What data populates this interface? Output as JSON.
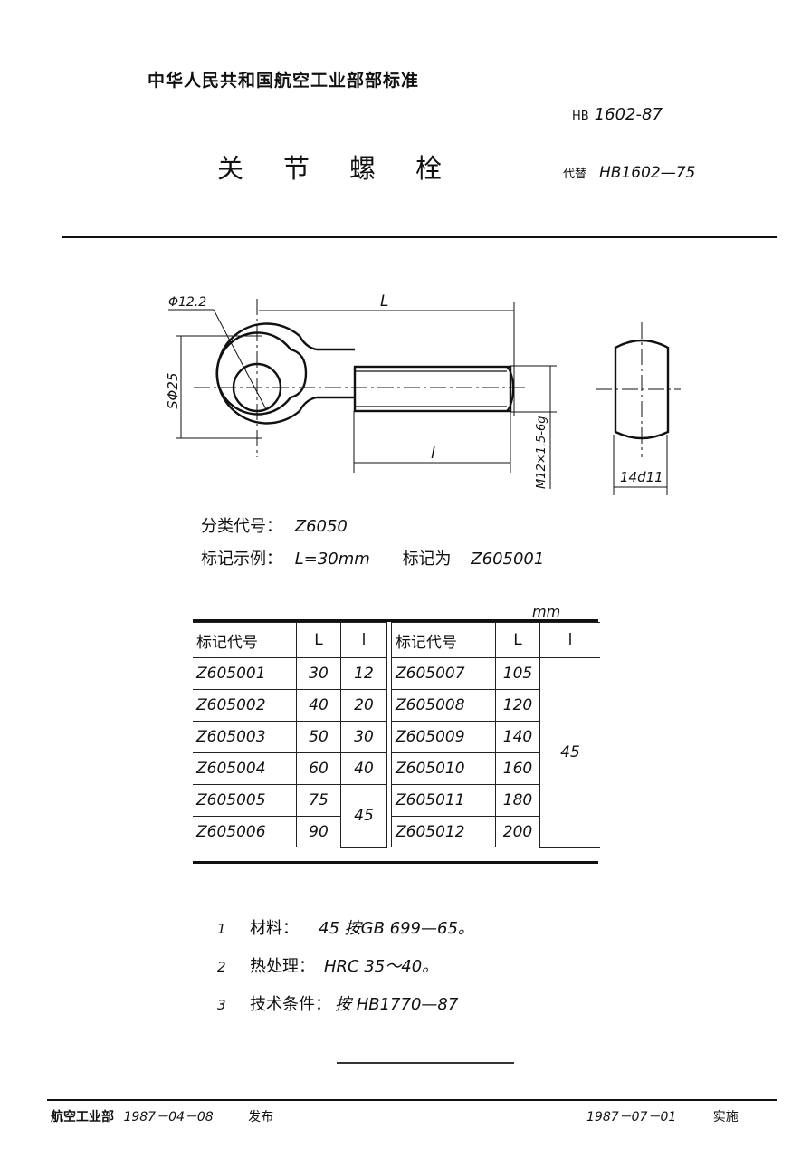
{
  "header": {
    "organization": "中华人民共和国航空工业部部标准",
    "standard_prefix": "HB",
    "standard_number": "1602-87",
    "title": "关节螺栓",
    "replaces_label": "代替",
    "replaces_standard": "HB1602—75"
  },
  "drawing": {
    "dim_hole": "Φ12.2",
    "dim_total_length": "L",
    "dim_sphere": "SΦ25",
    "dim_thread_length": "l",
    "dim_thread": "M12×1.5-6g",
    "dim_width": "14d11"
  },
  "classification": {
    "label": "分类代号：",
    "value": "Z6050"
  },
  "marking_example": {
    "label": "标记示例：",
    "condition": "L=30mm",
    "result_label": "标记为",
    "result_value": "Z605001"
  },
  "table": {
    "unit": "mm",
    "headers": [
      "标记代号",
      "L",
      "l",
      "标记代号",
      "L",
      "l"
    ],
    "left_rows": [
      {
        "code": "Z605001",
        "L": "30",
        "l": "12"
      },
      {
        "code": "Z605002",
        "L": "40",
        "l": "20"
      },
      {
        "code": "Z605003",
        "L": "50",
        "l": "30"
      },
      {
        "code": "Z605004",
        "L": "60",
        "l": "40"
      },
      {
        "code": "Z605005",
        "L": "75",
        "l": "45"
      },
      {
        "code": "Z605006",
        "L": "90",
        "l": "45"
      }
    ],
    "right_rows": [
      {
        "code": "Z605007",
        "L": "105",
        "l": "45"
      },
      {
        "code": "Z605008",
        "L": "120",
        "l": "45"
      },
      {
        "code": "Z605009",
        "L": "140",
        "l": "45"
      },
      {
        "code": "Z605010",
        "L": "160",
        "l": "45"
      },
      {
        "code": "Z605011",
        "L": "180",
        "l": "45"
      },
      {
        "code": "Z605012",
        "L": "200",
        "l": "45"
      }
    ],
    "merged_left_l": "45",
    "merged_right_l": "45"
  },
  "notes": [
    {
      "num": "1",
      "label": "材料：",
      "text": "45  按GB 699—65。"
    },
    {
      "num": "2",
      "label": "热处理：",
      "text": "HRC 35～40。"
    },
    {
      "num": "3",
      "label": "技术条件：",
      "text": "按 HB1770—87"
    }
  ],
  "footer": {
    "issuer": "航空工业部",
    "issue_date": "1987－04－08",
    "issue_label": "发布",
    "effective_date": "1987－07－01",
    "effective_label": "实施"
  }
}
